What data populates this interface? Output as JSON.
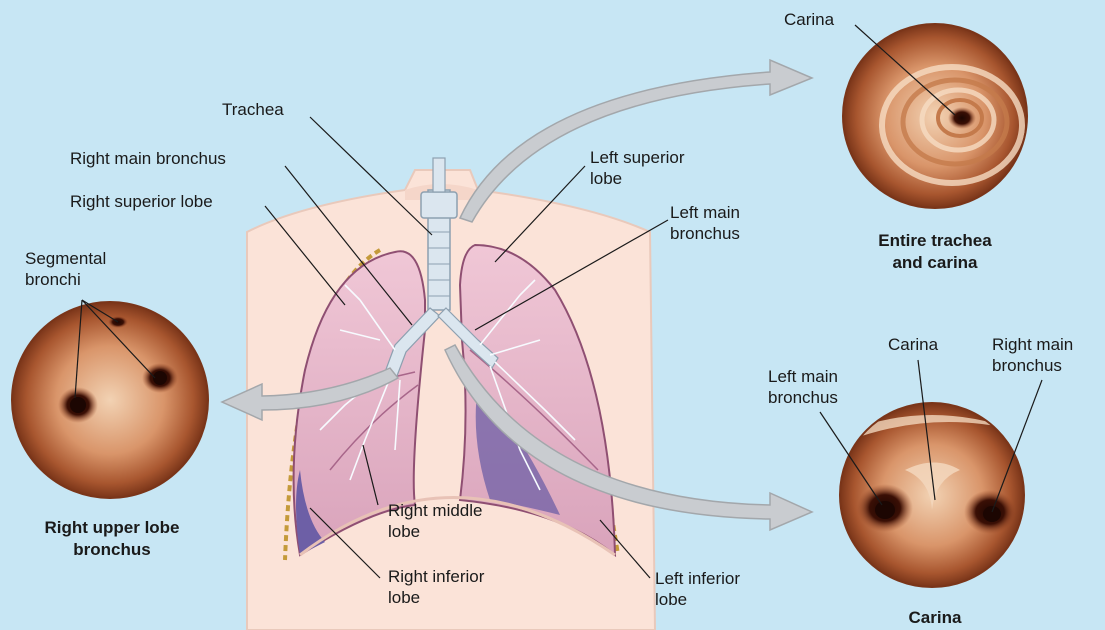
{
  "labels": {
    "trachea": "Trachea",
    "right_main_bronchus": "Right main bronchus",
    "right_superior_lobe": "Right superior lobe",
    "segmental_bronchi": "Segmental\nbronchi",
    "left_superior_lobe": "Left superior\nlobe",
    "left_main_bronchus": "Left main\nbronchus",
    "right_middle_lobe": "Right middle\nlobe",
    "right_inferior_lobe": "Right inferior\nlobe",
    "left_inferior_lobe": "Left inferior\nlobe",
    "carina_top": "Carina",
    "carina_bottom": "Carina",
    "inset_left_main_bronchus": "Left main\nbronchus",
    "inset_right_main_bronchus": "Right main\nbronchus"
  },
  "captions": {
    "upper_lobe": "Right upper lobe\nbronchus",
    "trachea_carina": "Entire trachea\nand carina",
    "carina": "Carina"
  },
  "colors": {
    "background": "#c7e6f4",
    "torso": "#fbe3d8",
    "lung_fill": "#e6b5c8",
    "lung_edge": "#8f4f72",
    "lung_shadow": "#6d5fa6",
    "airway": "#dbe6ef",
    "arrow": "#c9ccd0",
    "endoscope_dark": "#3a0f05",
    "endoscope_mid": "#b66a3e",
    "endoscope_light": "#eecaa6"
  }
}
